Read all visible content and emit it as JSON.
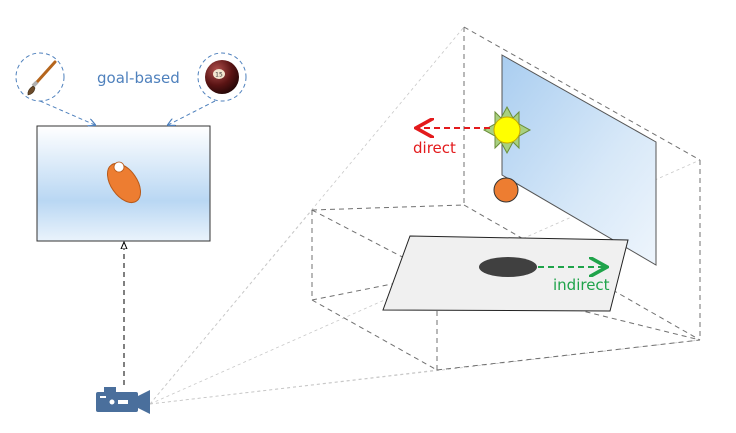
{
  "labels": {
    "goal_based": "goal-based",
    "direct": "direct",
    "indirect": "indirect"
  },
  "icons": {
    "paintbrush": "paintbrush-icon",
    "billiard_ball": "billiard-ball-icon",
    "billiard_ball_number": "15",
    "video_camera": "video-camera-icon"
  },
  "colors": {
    "goal_based_text": "#4f81bd",
    "direct": "#e31a1c",
    "indirect": "#1fa34a",
    "orange_object": "#ed7d31",
    "sun": "#ffff00",
    "shadow": "#404040",
    "camera": "#4a6f9c",
    "icon_ring": "#4f81bd"
  }
}
